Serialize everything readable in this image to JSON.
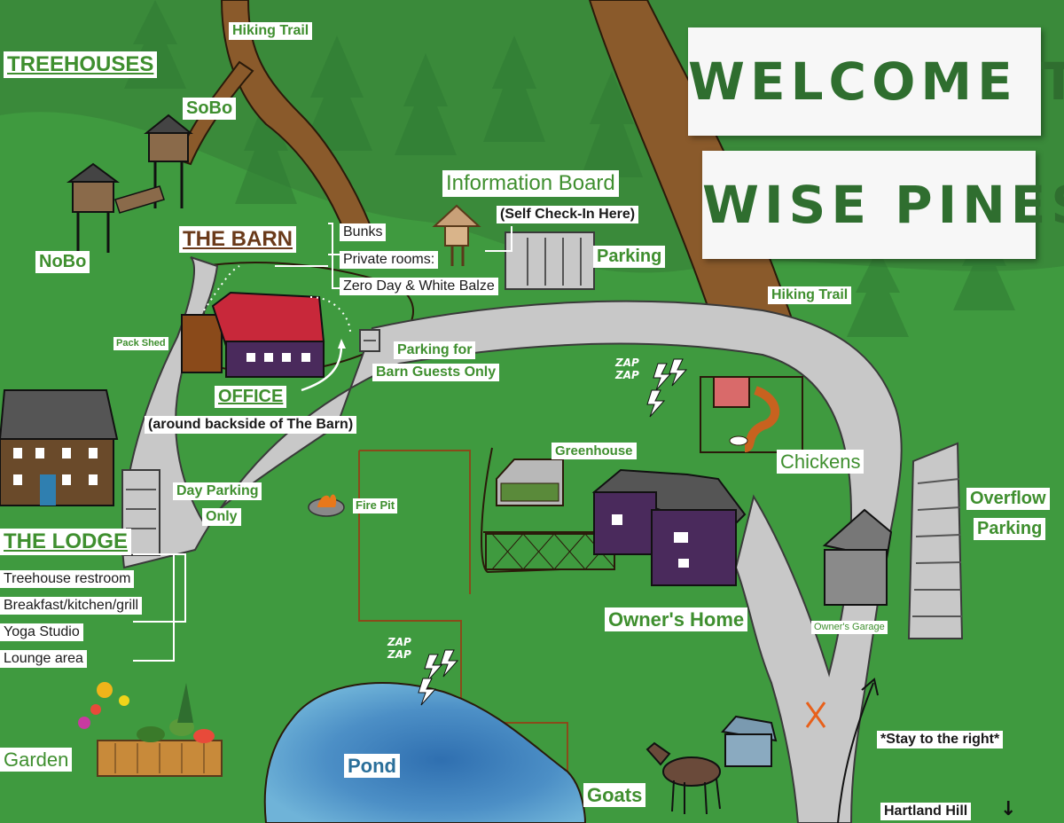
{
  "title": {
    "line1": "WELCOME TO",
    "line2": "WISE PINES"
  },
  "treehouses": {
    "heading": "TREEHOUSES",
    "sobo": "SoBo",
    "nobo": "NoBo"
  },
  "trails": {
    "hiking_trail_top": "Hiking Trail",
    "hiking_trail_right": "Hiking Trail"
  },
  "barn": {
    "heading": "THE BARN",
    "items": [
      "Bunks",
      "Private rooms:",
      "Zero Day & White Balze"
    ],
    "pack_shed": "Pack Shed",
    "office": "OFFICE",
    "office_note": "(around backside of The Barn)"
  },
  "info_board": {
    "title": "Information Board",
    "note": "(Self Check-In Here)"
  },
  "parking": {
    "main": "Parking",
    "barn_guests_line1": "Parking for",
    "barn_guests_line2": "Barn Guests Only",
    "day_line1": "Day Parking",
    "day_line2": "Only",
    "overflow_line1": "Overflow",
    "overflow_line2": "Parking"
  },
  "lodge": {
    "heading": "THE LODGE",
    "items": [
      "Treehouse restroom",
      "Breakfast/kitchen/grill",
      "Yoga Studio",
      "Lounge area"
    ]
  },
  "places": {
    "fire_pit": "Fire Pit",
    "greenhouse": "Greenhouse",
    "chickens": "Chickens",
    "owners_home": "Owner's Home",
    "owners_garage": "Owner's Garage",
    "garden": "Garden",
    "pond": "Pond",
    "goats": "Goats",
    "hartland_hill": "Hartland Hill"
  },
  "notes": {
    "stay_right": "*Stay to the right*",
    "zap_1": "ZAP",
    "zap_2": "ZAP"
  },
  "icons": [
    "tree-icon",
    "lightning-icon",
    "down-arrow-icon",
    "x-mark-icon"
  ],
  "colors": {
    "grass": "#3f9a3f",
    "forest": "#2f7a33",
    "road": "#c8c8c8",
    "trail": "#8a5a2b",
    "title_green": "#2f6e2f",
    "label_green": "#3f8f2f",
    "barn_roof": "#c8283a",
    "building_purple": "#4a2a5c",
    "pond_blue": "#3a7fb8"
  }
}
